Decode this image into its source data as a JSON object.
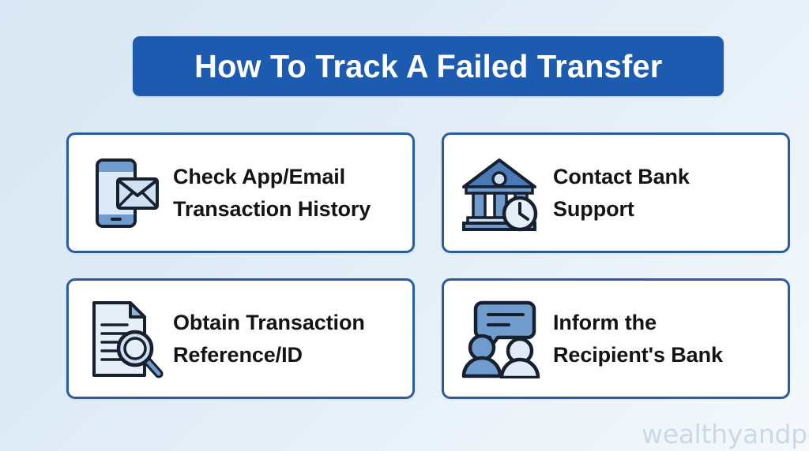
{
  "title": {
    "text": "How To Track A Failed Transfer",
    "background_color": "#1c5bb0",
    "text_color": "#ffffff"
  },
  "theme": {
    "background_gradient_from": "#d9e8f4",
    "background_gradient_to": "#f5f9fc",
    "card_border_color": "#2b5d9e",
    "card_background": "#ffffff",
    "card_text_color": "#141414",
    "icon_blue_dark": "#4a7ab5",
    "icon_blue_mid": "#6f9ccd",
    "icon_blue_light": "#bdd3ea",
    "icon_blue_pale": "#e2ebf5",
    "icon_outline": "#16202e"
  },
  "cards": [
    {
      "label": "Check App/Email\nTransaction History",
      "icon": "phone-envelope-icon"
    },
    {
      "label": "Contact Bank\nSupport",
      "icon": "bank-clock-icon"
    },
    {
      "label": "Obtain Transaction\nReference/ID",
      "icon": "document-magnifier-icon"
    },
    {
      "label": "Inform the\nRecipient's Bank",
      "icon": "people-speech-bubble-icon"
    }
  ],
  "watermark": {
    "text": "wealthyandpo",
    "color": "#c9d8e6"
  }
}
